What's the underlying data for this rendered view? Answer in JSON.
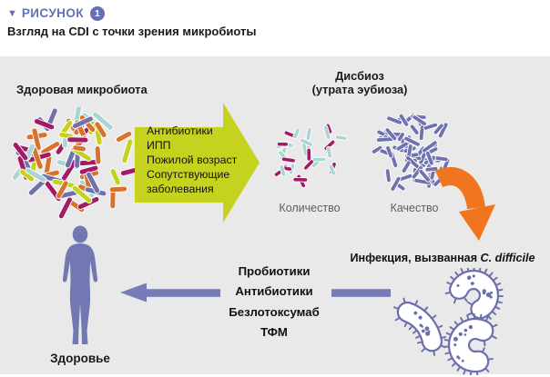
{
  "figure": {
    "marker": "▼",
    "label": "РИСУНОК",
    "number": "1",
    "title": "Взгляд на CDI с точки зрения микробиоты"
  },
  "diagram": {
    "healthy_label": "Здоровая микробиота",
    "risk_factors": {
      "items": [
        "Антибиотики",
        "ИПП",
        "Пожилой возраст",
        "Сопутствующие заболевания"
      ]
    },
    "dysbiosis": {
      "title": "Дисбиоз",
      "subtitle": "(утрата эубиоза)",
      "quantity_label": "Количество",
      "quality_label": "Качество"
    },
    "infection": {
      "prefix": "Инфекция, вызванная ",
      "pathogen": "C. difficile"
    },
    "treatment": {
      "items": [
        "Пробиотики",
        "Антибиотики",
        "Безлотоксумаб",
        "ТФМ"
      ]
    },
    "health_label": "Здоровье"
  },
  "colors": {
    "accent_header": "#6470b5",
    "panel_bg": "#e9e9e9",
    "risk_arrow": "#c5d31e",
    "progress_arrow": "#f0751f",
    "treatment_arrow": "#767cb5",
    "human": "#7278b2",
    "cdiff_outline": "#6b6fad",
    "bacteria_orange": "#d8732b",
    "bacteria_teal": "#a9d6d2",
    "bacteria_purple": "#6e72ae",
    "bacteria_magenta": "#a41a66",
    "bacteria_green": "#c3d21f",
    "muted_label": "#5f5f5f"
  }
}
